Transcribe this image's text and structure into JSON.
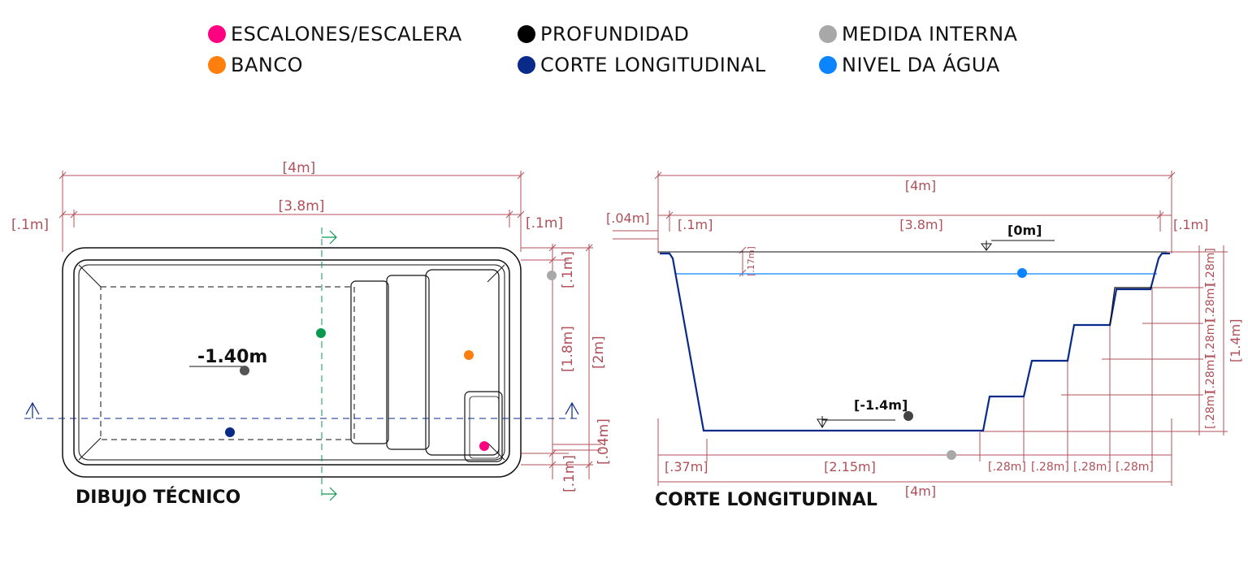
{
  "colors": {
    "escalones": "#ff0080",
    "banco": "#ff7f0e",
    "profundidad": "#000000",
    "corte": "#0a2a8a",
    "medida": "#a8a8a8",
    "nivel": "#0a84ff",
    "centerline": "#0a9a4f",
    "dimension": "#b0505a"
  },
  "legend": [
    {
      "label": "ESCALONES/ESCALERA",
      "color": "#ff0080"
    },
    {
      "label": "BANCO",
      "color": "#ff7f0e"
    },
    {
      "label": "PROFUNDIDAD",
      "color": "#000000"
    },
    {
      "label": "CORTE LONGITUDINAL",
      "color": "#0a2a8a"
    },
    {
      "label": "MEDIDA INTERNA",
      "color": "#a8a8a8"
    },
    {
      "label": "NIVEL DA ÁGUA",
      "color": "#0a84ff"
    }
  ],
  "plan": {
    "caption": "DIBUJO TÉCNICO",
    "depth_label": "-1.40m",
    "dim_total_width": "[4m]",
    "dim_inner_width": "[3.8m]",
    "dim_left_margin": "[.1m]",
    "dim_right_margin": "[.1m]",
    "dim_top_margin": "[.1m]",
    "dim_inner_length": "[1.8m]",
    "dim_total_length": "[2m]",
    "dim_lip": "[.04m]",
    "dim_bottom_margin": "[.1m]"
  },
  "section": {
    "caption": "CORTE LONGITUDINAL",
    "dim_total_top": "[4m]",
    "dim_inner": "[3.8m]",
    "dim_lip": "[.04m]",
    "dim_left_margin": "[.1m]",
    "dim_right_margin": "[.1m]",
    "level_zero": "[0m]",
    "freeboard": "[.17m]",
    "floor_level": "[-1.4m]",
    "dim_total_depth": "[1.4m]",
    "step_risers": [
      "[.28m]",
      "[.28m]",
      "[.28m]",
      "[.28m]",
      "[.28m]"
    ],
    "dim_slope": "[.37m]",
    "dim_floor": "[2.15m]",
    "step_treads": [
      "[.28m]",
      "[.28m]",
      "[.28m]",
      "[.28m]"
    ],
    "dim_total_bottom": "[4m]"
  }
}
